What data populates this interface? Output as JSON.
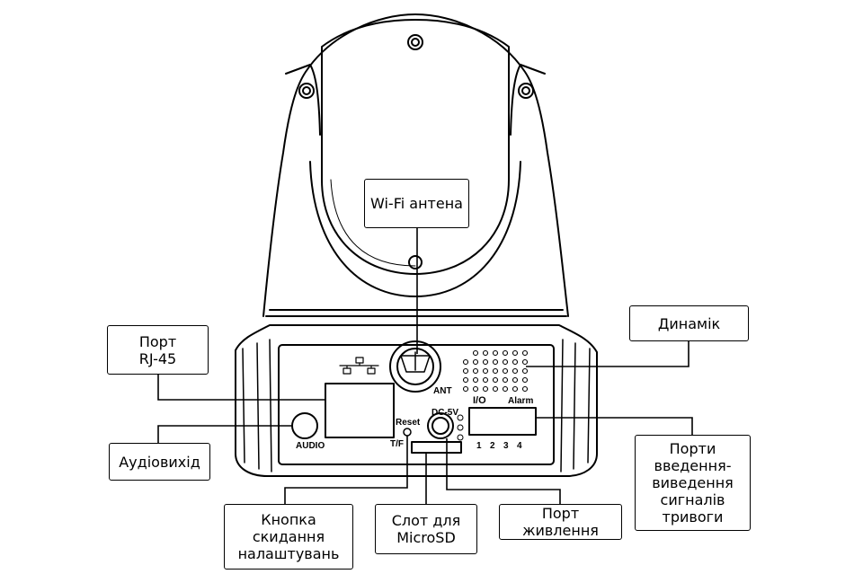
{
  "diagram": {
    "device_marks": {
      "ant": "ANT",
      "dc": "DC-5V",
      "io": "I/O",
      "alarm": "Alarm",
      "reset": "Reset",
      "tf": "T/F",
      "audio": "AUDIO",
      "pin_numbers": [
        "1",
        "2",
        "3",
        "4"
      ]
    },
    "callouts": {
      "wifi_antenna": "Wi-Fi антена",
      "speaker": "Динамік",
      "rj45_port": "Порт\nRJ-45",
      "audio_out": "Аудіовихід",
      "alarm_io_ports": "Порти\nвведення-\nвиведення\nсигналів\nтривоги",
      "reset_button": "Кнопка\nскидання\nналаштувань",
      "microsd_slot": "Слот для\nMicroSD",
      "power_port": "Порт живлення"
    }
  }
}
